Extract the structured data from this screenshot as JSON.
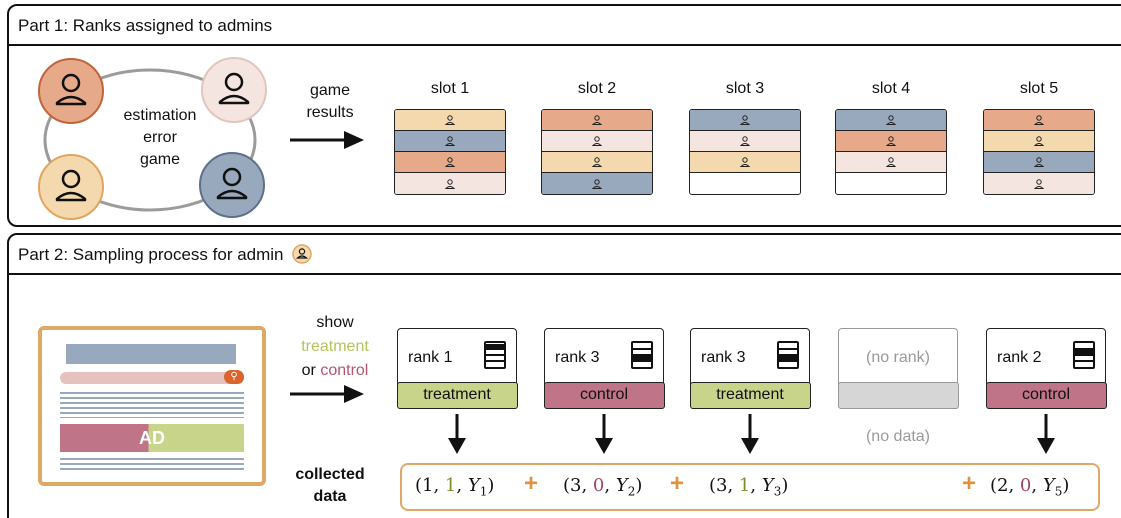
{
  "part1": {
    "title": "Part 1: Ranks assigned to admins",
    "game_label": [
      "estimation",
      "error",
      "game"
    ],
    "arrow_label": [
      "game",
      "results"
    ],
    "slots": [
      {
        "label": "slot 1",
        "rows": [
          "peach",
          "blue",
          "orange",
          "pink"
        ]
      },
      {
        "label": "slot 2",
        "rows": [
          "orange",
          "pink",
          "peach",
          "blue"
        ]
      },
      {
        "label": "slot 3",
        "rows": [
          "blue",
          "pink",
          "peach",
          "empty"
        ]
      },
      {
        "label": "slot 4",
        "rows": [
          "blue",
          "orange",
          "pink",
          "empty"
        ]
      },
      {
        "label": "slot 5",
        "rows": [
          "orange",
          "peach",
          "blue",
          "pink"
        ]
      }
    ]
  },
  "part2": {
    "title": "Part 2: Sampling process for admin",
    "show_label": {
      "show": "show",
      "treatment": "treatment",
      "or": "or",
      "control": "control"
    },
    "ad_label": "AD",
    "cards": [
      {
        "rank": "rank 1",
        "rank_value": 1,
        "tag": "treatment",
        "arrow": true
      },
      {
        "rank": "rank 3",
        "rank_value": 3,
        "tag": "control",
        "arrow": true
      },
      {
        "rank": "rank 3",
        "rank_value": 3,
        "tag": "treatment",
        "arrow": true
      },
      {
        "rank": "(no rank)",
        "rank_value": null,
        "tag": "",
        "arrow": false,
        "note": "(no data)"
      },
      {
        "rank": "rank 2",
        "rank_value": 2,
        "tag": "control",
        "arrow": true
      }
    ],
    "collected_label": [
      "collected",
      "data"
    ],
    "collected": [
      {
        "rank": "1",
        "treat": "1",
        "y": "Y",
        "sub": "1",
        "type": "treatment"
      },
      {
        "rank": "3",
        "treat": "0",
        "y": "Y",
        "sub": "2",
        "type": "control"
      },
      {
        "rank": "3",
        "treat": "1",
        "y": "Y",
        "sub": "3",
        "type": "treatment"
      },
      {
        "rank": "2",
        "treat": "0",
        "y": "Y",
        "sub": "5",
        "type": "control"
      }
    ]
  },
  "colors": {
    "orange": "#e6a98a",
    "peach": "#f4d9ae",
    "pink": "#f5e5e0",
    "blue": "#98a8bd",
    "treatment": "#c8d48a",
    "control": "#bf7488",
    "neutral": "#d6d6d6",
    "accent": "#e0913b",
    "muted": "#9a9a9a"
  }
}
